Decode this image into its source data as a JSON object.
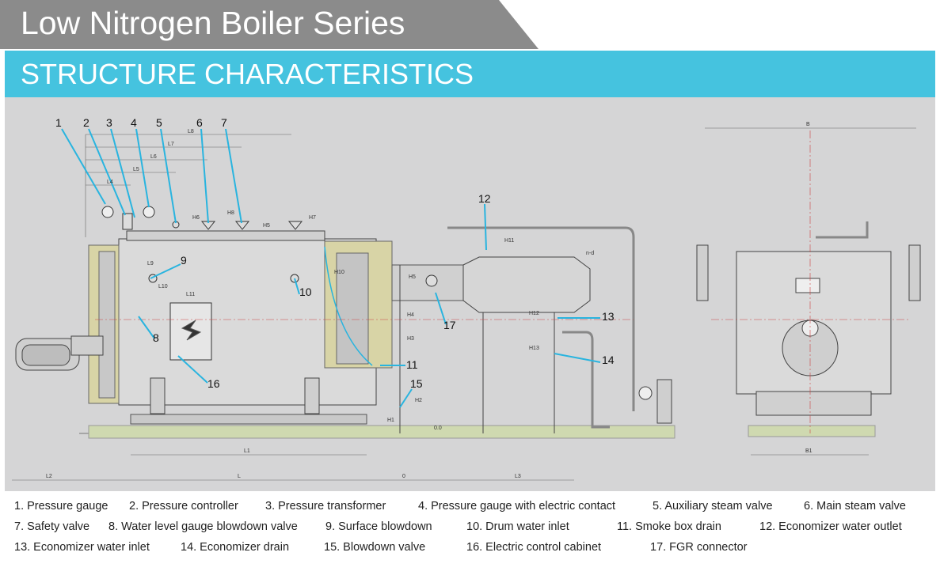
{
  "header": {
    "title": "Low Nitrogen Boiler Series"
  },
  "section": {
    "title": "STRUCTURE CHARACTERISTICS"
  },
  "colors": {
    "accent": "#45c3df",
    "title_bar": "#8b8b8b",
    "panel": "#d5d5d6",
    "callout_line": "#29b4df"
  },
  "callouts": [
    "1",
    "2",
    "3",
    "4",
    "5",
    "6",
    "7",
    "8",
    "9",
    "10",
    "11",
    "12",
    "13",
    "14",
    "15",
    "16",
    "17"
  ],
  "dimensions": [
    "L8",
    "L7",
    "L6",
    "L5",
    "L4",
    "H6",
    "H8",
    "H5",
    "H7",
    "L9",
    "L10",
    "L11",
    "H10",
    "H5",
    "H4",
    "H3",
    "H2",
    "H1",
    "0.0",
    "H11",
    "H12",
    "H13",
    "L1",
    "L2",
    "L",
    "0",
    "L3",
    "B",
    "B1",
    "n-d"
  ],
  "legend": [
    "1. Pressure gauge",
    "2. Pressure controller",
    "3. Pressure transformer",
    "4. Pressure gauge with electric contact",
    "5. Auxiliary steam valve",
    "6. Main steam valve",
    "7. Safety valve",
    "8. Water level gauge blowdown valve",
    "9. Surface blowdown",
    "10. Drum water inlet",
    "11. Smoke box drain",
    "12. Economizer water outlet",
    "13. Economizer water inlet",
    "14. Economizer drain",
    "15. Blowdown valve",
    "16. Electric control cabinet",
    "17. FGR connector"
  ]
}
